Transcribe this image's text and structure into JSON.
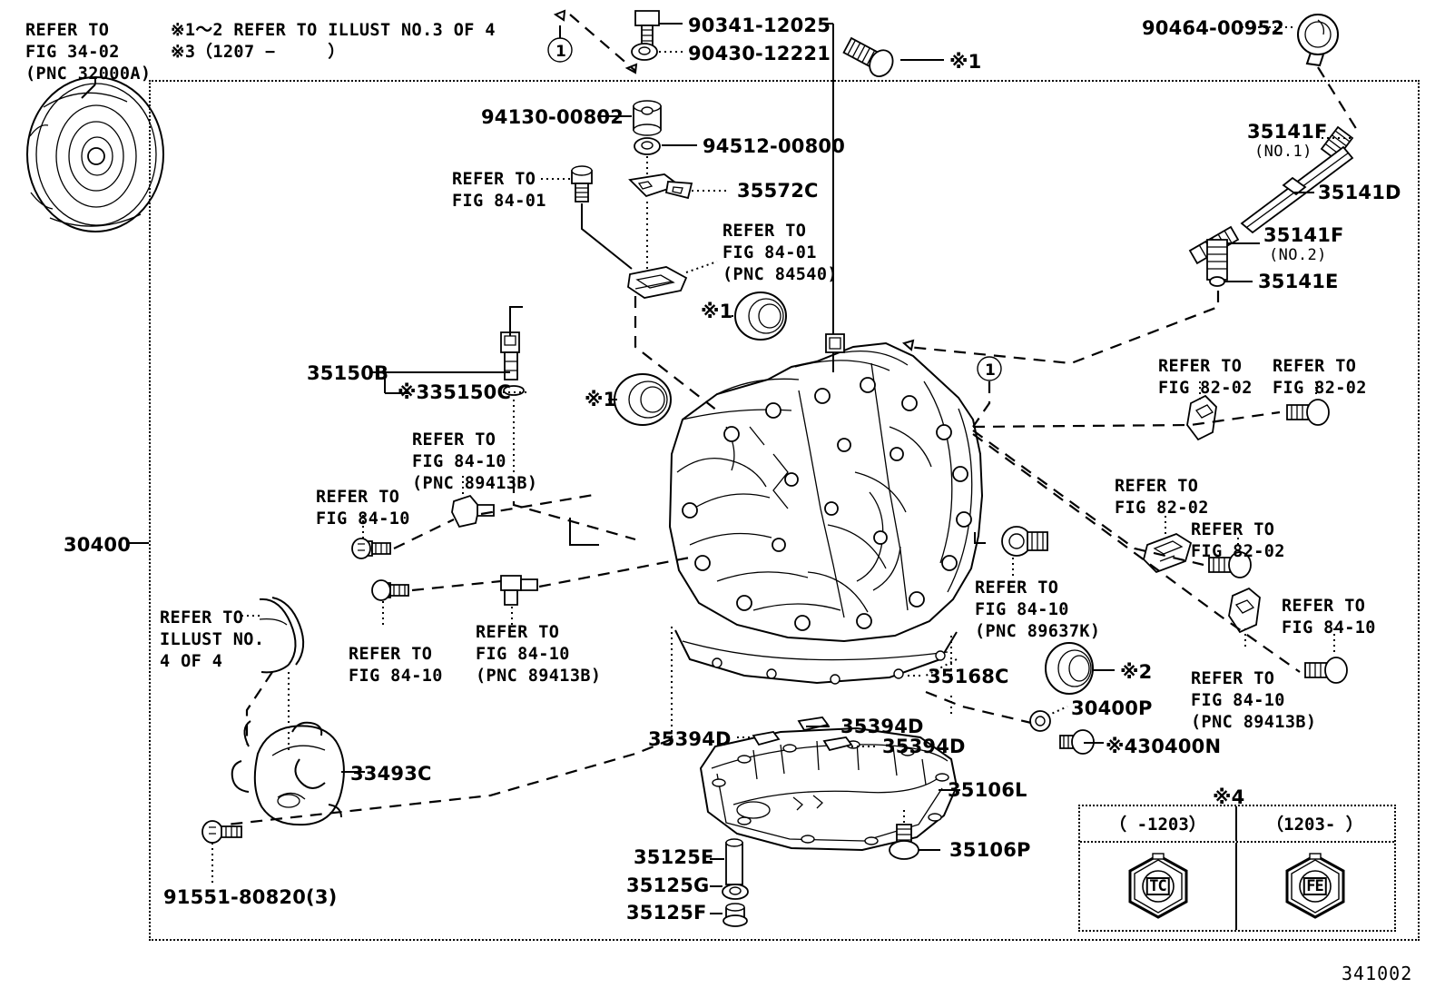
{
  "diagram": {
    "id_number": "341002",
    "notes": [
      "※1～2 REFER TO ILLUST NO.3 OF 4",
      "※3（1207 −     ）"
    ],
    "torque_converter_ref": "REFER TO\nFIG 34-02\n(PNC 32000A)",
    "main_assembly_code": "30400"
  },
  "labels": {
    "p90341": "90341-12025",
    "p90430": "90430-12221",
    "star1_a": "※1",
    "p90464": "90464-00952",
    "p94130": "94130-00802",
    "p94512": "94512-00800",
    "p35572C": "35572C",
    "ref8401_a": "REFER TO\nFIG 84-01",
    "ref8401_b": "REFER TO\nFIG 84-01\n(PNC 84540)",
    "star1_b": "※1",
    "star1_c": "※1",
    "p35141F_1": "35141F",
    "p35141F_1_sub": "(NO.1)",
    "p35141D": "35141D",
    "p35141F_2": "35141F",
    "p35141F_2_sub": "(NO.2)",
    "p35141E": "35141E",
    "p35150B": "35150B",
    "p35150C": "※335150C",
    "ref8410_a": "REFER TO\nFIG 84-10\n(PNC 89413B)",
    "ref8410_b": "REFER TO\nFIG 84-10",
    "ref8410_c": "REFER TO\nFIG 84-10",
    "ref8410_d": "REFER TO\nFIG 84-10\n(PNC 89413B)",
    "ref8202_a": "REFER TO\nFIG 82-02",
    "ref8202_b": "REFER TO\nFIG 82-02",
    "ref8202_c": "REFER TO\nFIG 82-02",
    "ref8202_d": "REFER TO\nFIG 82-02",
    "ref8410_e": "REFER TO\nFIG 84-10\n(PNC 89637K)",
    "ref8410_f": "REFER TO\nFIG 84-10",
    "ref8410_g": "REFER TO\nFIG 84-10\n(PNC 89413B)",
    "refillust": "REFER TO\nILLUST NO.\n4 OF 4",
    "p33493C": "33493C",
    "p91551": "91551-80820(3)",
    "p35168C": "35168C",
    "star2": "※2",
    "p30400P": "30400P",
    "p30400N": "※430400N",
    "p35394D_a": "35394D",
    "p35394D_b": "35394D",
    "p35394D_c": "35394D",
    "p35106L": "35106L",
    "p35106P": "35106P",
    "p35125E": "35125E",
    "p35125G": "35125G",
    "p35125F": "35125F",
    "circle1_a": "1",
    "circle1_b": "1"
  },
  "legend": {
    "title": "※4",
    "columns": [
      {
        "header": "（  -1203）",
        "mark": "TC"
      },
      {
        "header": "（1203-  ）",
        "mark": "FE"
      }
    ]
  }
}
